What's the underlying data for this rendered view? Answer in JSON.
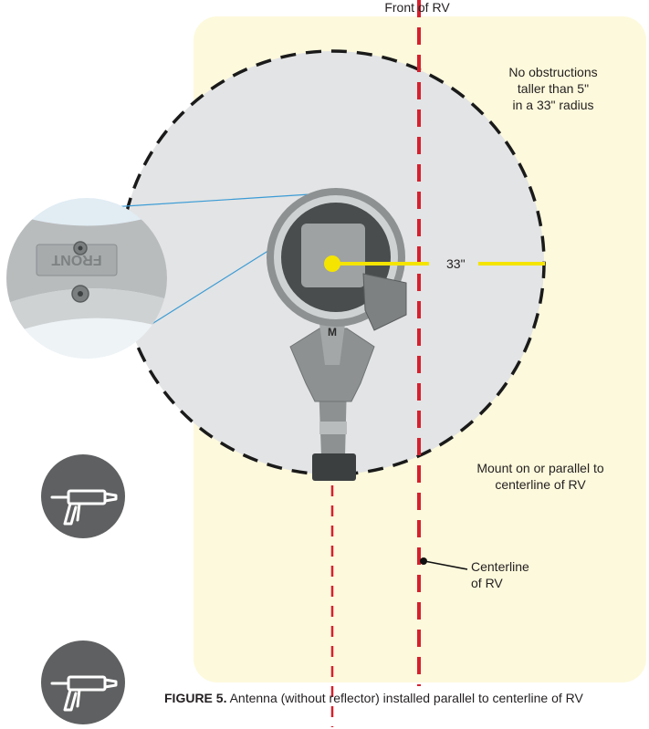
{
  "labels": {
    "front": "Front of RV",
    "obstructions_line1": "No obstructions",
    "obstructions_line2": "taller than 5\"",
    "obstructions_line3": "in a 33\" radius",
    "radius": "33\"",
    "mount_line1": "Mount on or parallel to",
    "mount_line2": "centerline of RV",
    "centerline_line1": "Centerline",
    "centerline_line2": "of RV",
    "inset_front_text": "FRONT"
  },
  "caption": {
    "prefix": "FIGURE 5.",
    "text": " Antenna (without reflector) installed parallel to centerline of RV"
  },
  "icons": [
    "caulk-gun-icon",
    "caulk-gun-icon"
  ],
  "colors": {
    "panel": "#fdf9dc",
    "clearance_circle": "#e3e4e5",
    "centerline": "#d6202e",
    "radius_line": "#f4e400",
    "callout": "#3a9bd5",
    "icon_bg": "#5f6061"
  }
}
